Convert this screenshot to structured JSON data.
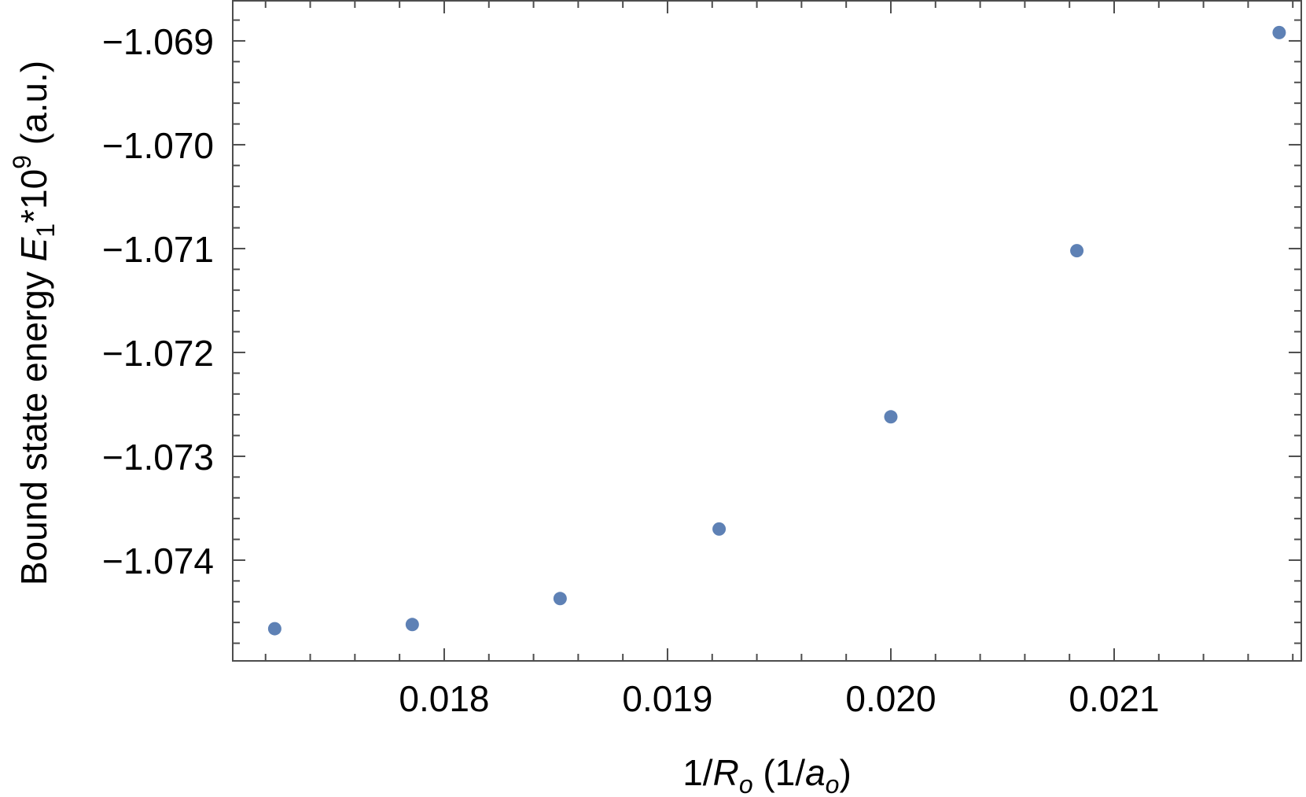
{
  "chart_data": {
    "type": "scatter",
    "title": "",
    "xlabel": "1/R_o (1/a_o)",
    "ylabel": "Bound state energy E_1*10^9 (a.u.)",
    "xlabel_parts": {
      "prefix": "1/",
      "var": "R",
      "sub": "o",
      "rest": " (1/",
      "var2": "a",
      "sub2": "o",
      "close": ")"
    },
    "ylabel_parts": {
      "prefix": "Bound state energy ",
      "var": "E",
      "sub": "1",
      "mid": "*10",
      "sup": "9",
      "rest": " (a.u.)"
    },
    "xlim": [
      0.017053,
      0.021838
    ],
    "ylim": [
      -1.07497,
      -1.068614
    ],
    "x_ticks": [
      0.018,
      0.019,
      0.02,
      0.021
    ],
    "x_tick_labels": [
      "0.018",
      "0.019",
      "0.020",
      "0.021"
    ],
    "x_minor_step": 0.0002,
    "y_ticks": [
      -1.069,
      -1.07,
      -1.071,
      -1.072,
      -1.073,
      -1.074
    ],
    "y_tick_labels": [
      "−1.069",
      "−1.070",
      "−1.071",
      "−1.072",
      "−1.073",
      "−1.074"
    ],
    "y_minor_step": 0.0002,
    "grid": false,
    "legend": null,
    "series": [
      {
        "name": "E1",
        "color": "#5e81b5",
        "x": [
          0.017241,
          0.017857,
          0.018519,
          0.019231,
          0.02,
          0.020833,
          0.021739
        ],
        "y": [
          -1.07466,
          -1.07462,
          -1.07437,
          -1.0737,
          -1.07262,
          -1.07102,
          -1.06892
        ]
      }
    ]
  },
  "style": {
    "frame_color": "#4d4d4d",
    "point_color": "#5e81b5"
  }
}
